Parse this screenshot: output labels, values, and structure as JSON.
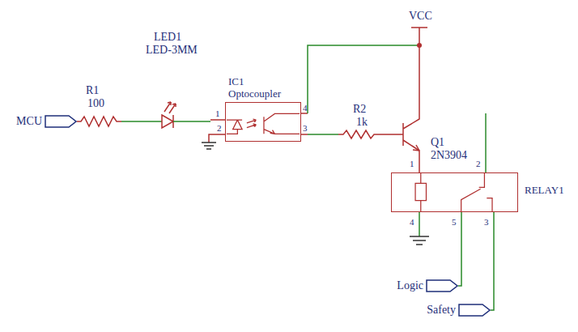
{
  "diagram": {
    "nodes": [
      {
        "text": [
          "MCU"
        ]
      },
      {
        "text": [
          "IC1",
          "Optocoupler"
        ]
      },
      {
        "text": [
          "RELAY1"
        ]
      },
      {
        "text": [
          "Logic"
        ]
      },
      {
        "text": [
          "Safety"
        ]
      }
    ],
    "edges": [
      {
        "from": 3,
        "to": 2,
        "arrow": "none"
      },
      {
        "from": 4,
        "to": 2,
        "arrow": "none"
      }
    ],
    "labels": [
      "R1",
      "100",
      "LED1",
      "LED-3MM",
      "1",
      "2",
      "4",
      "3",
      "VCC",
      "R2",
      "1k",
      "Q1",
      "2N3904",
      "1",
      "2",
      "4",
      "5",
      "3"
    ]
  }
}
